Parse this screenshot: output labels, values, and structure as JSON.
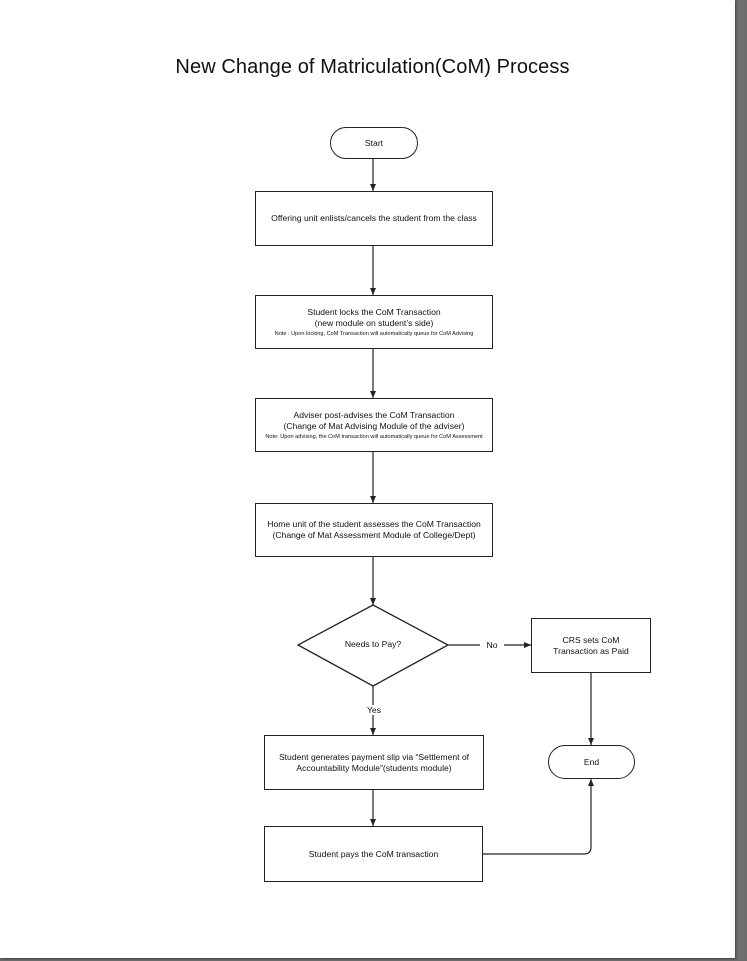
{
  "title": "New Change of Matriculation(CoM) Process",
  "nodes": {
    "start": {
      "label": "Start"
    },
    "enlist": {
      "label": "Offering unit enlists/cancels the student from the class"
    },
    "lock": {
      "line1": "Student locks the CoM Transaction",
      "line2": "(new module on student’s side)",
      "note": "Note : Upon locking, CoM Transaction will automatically queue for CoM Advising"
    },
    "advise": {
      "line1": "Adviser post-advises the CoM Transaction",
      "line2": "(Change of Mat Advising Module of the adviser)",
      "note": "Note: Upon advising, the CoM transaction will automatically queue for CoM Assessment"
    },
    "assess": {
      "line1": "Home unit of the student assesses the CoM Transaction",
      "line2": "(Change of Mat Assessment Module of College/Dept)"
    },
    "decision": {
      "label": "Needs to Pay?"
    },
    "paid": {
      "label": "CRS sets CoM Transaction as Paid"
    },
    "slip": {
      "label": "Student generates payment slip via “Settlement of Accountability Module”(students module)"
    },
    "pay": {
      "label": "Student pays the CoM transaction"
    },
    "end": {
      "label": "End"
    }
  },
  "edge_labels": {
    "no": "No",
    "yes": "Yes"
  }
}
